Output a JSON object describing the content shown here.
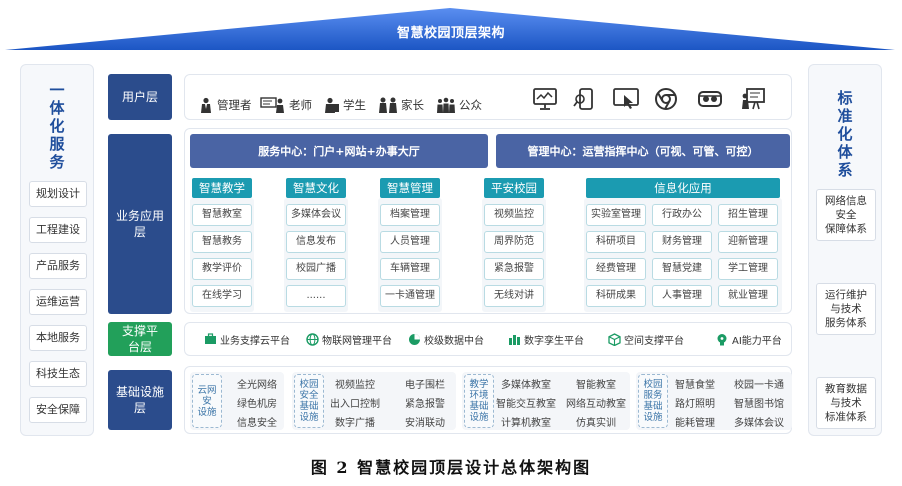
{
  "title": "智慧校园顶层架构",
  "caption": "图 2 智慧校园顶层设计总体架构图",
  "left": {
    "title_chars": [
      "一",
      "体",
      "化",
      "服",
      "务"
    ],
    "items": [
      "规划设计",
      "工程建设",
      "产品服务",
      "运维运营",
      "本地服务",
      "科技生态",
      "安全保障"
    ]
  },
  "right": {
    "title_chars": [
      "标",
      "准",
      "化",
      "体",
      "系"
    ],
    "items": [
      [
        "网络信息",
        "安全",
        "保障体系"
      ],
      [
        "运行维护",
        "与技术",
        "服务体系"
      ],
      [
        "教育数据",
        "与技术",
        "标准体系"
      ]
    ]
  },
  "layers": {
    "user": "用户层",
    "business": [
      "业务应用",
      "层"
    ],
    "support": [
      "支撑平",
      "台层"
    ],
    "infra": [
      "基础设施",
      "层"
    ]
  },
  "users": [
    "管理者",
    "老师",
    "学生",
    "家长",
    "公众"
  ],
  "devices": [
    "monitor-icon",
    "phone-icon",
    "touchscreen-icon",
    "browser-icon",
    "vr-headset-icon",
    "whiteboard-icon"
  ],
  "centers": {
    "service": "服务中心：门户+网站+办事大厅",
    "management": "管理中心：运营指挥中心（可视、可管、可控）"
  },
  "columns": [
    {
      "head": "智慧教学",
      "items": [
        "智慧教室",
        "智慧教务",
        "教学评价",
        "在线学习"
      ]
    },
    {
      "head": "智慧文化",
      "items": [
        "多媒体会议",
        "信息发布",
        "校园广播",
        "......"
      ]
    },
    {
      "head": "智慧管理",
      "items": [
        "档案管理",
        "人员管理",
        "车辆管理",
        "一卡通管理"
      ]
    },
    {
      "head": "平安校园",
      "items": [
        "视频监控",
        "周界防范",
        "紧急报警",
        "无线对讲"
      ]
    }
  ],
  "info_app": {
    "head": "信息化应用",
    "items": [
      [
        "实验室管理",
        "行政办公",
        "招生管理"
      ],
      [
        "科研项目",
        "财务管理",
        "迎新管理"
      ],
      [
        "经费管理",
        "智慧党建",
        "学工管理"
      ],
      [
        "科研成果",
        "人事管理",
        "就业管理"
      ]
    ]
  },
  "support": [
    "业务支撑云平台",
    "物联网管理平台",
    "校级数据中台",
    "数字孪生平台",
    "空间支撑平台",
    "AI能力平台"
  ],
  "infra": [
    {
      "label": [
        "云网安",
        "设施"
      ],
      "items": [
        "全光网络",
        "绿色机房",
        "信息安全"
      ]
    },
    {
      "label": [
        "校园",
        "安全",
        "基础",
        "设施"
      ],
      "items": [
        "视频监控",
        "电子围栏",
        "出入口控制",
        "紧急报警",
        "数字广播",
        "安消联动"
      ]
    },
    {
      "label": [
        "教学",
        "环境",
        "基础",
        "设施"
      ],
      "items": [
        "多媒体教室",
        "智能教室",
        "智能交互教室",
        "网络互动教室",
        "计算机教室",
        "仿真实训"
      ]
    },
    {
      "label": [
        "校园",
        "服务",
        "基础",
        "设施"
      ],
      "items": [
        "智慧食堂",
        "校园一卡通",
        "路灯照明",
        "智慧图书馆",
        "能耗管理",
        "多媒体会议"
      ]
    }
  ],
  "colors": {
    "navy": "#2b4c8c",
    "teal": "#1b9bb1",
    "green": "#22a05a",
    "roof": "#2a6fd6"
  }
}
